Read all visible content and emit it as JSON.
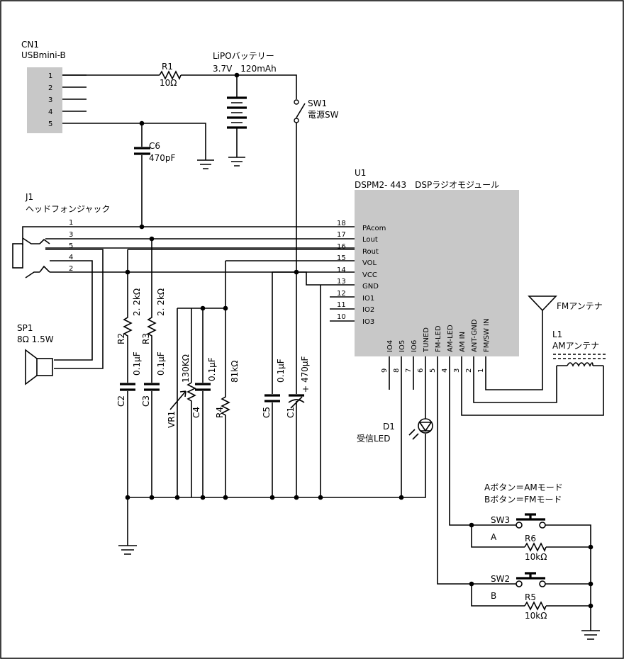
{
  "cn1": {
    "ref": "CN1",
    "name": "USBmini-B",
    "pins": [
      "1",
      "2",
      "3",
      "4",
      "5"
    ]
  },
  "r1": {
    "ref": "R1",
    "value": "10Ω"
  },
  "battery": {
    "name": "LiPOバッテリー",
    "spec": "3.7V　120mAh"
  },
  "sw1": {
    "ref": "SW1",
    "name": "電源SW"
  },
  "c6": {
    "ref": "C6",
    "value": "470pF"
  },
  "u1": {
    "ref": "U1",
    "name": "DSPM2- 443　DSPラジオモジュール",
    "left_pins": [
      {
        "num": "18",
        "name": "PAcom"
      },
      {
        "num": "17",
        "name": "Lout"
      },
      {
        "num": "16",
        "name": "Rout"
      },
      {
        "num": "15",
        "name": "VOL"
      },
      {
        "num": "14",
        "name": "VCC"
      },
      {
        "num": "13",
        "name": "GND"
      },
      {
        "num": "12",
        "name": "IO1"
      },
      {
        "num": "11",
        "name": "IO2"
      },
      {
        "num": "10",
        "name": "IO3"
      }
    ],
    "bottom_pins": [
      {
        "num": "9",
        "name": "IO4"
      },
      {
        "num": "8",
        "name": "IO5"
      },
      {
        "num": "7",
        "name": "IO6"
      },
      {
        "num": "6",
        "name": "TUNED"
      },
      {
        "num": "5",
        "name": "FM-LED"
      },
      {
        "num": "4",
        "name": "AM-LED"
      },
      {
        "num": "3",
        "name": "AM IN"
      },
      {
        "num": "2",
        "name": "ANT-GND"
      },
      {
        "num": "1",
        "name": "FM/SW IN"
      }
    ]
  },
  "j1": {
    "ref": "J1",
    "name": "ヘッドフォンジャック",
    "pins": [
      "1",
      "3",
      "5",
      "4",
      "2"
    ]
  },
  "sp1": {
    "ref": "SP1",
    "spec": "8Ω 1.5W"
  },
  "fm_ant": {
    "name": "FMアンテナ"
  },
  "l1": {
    "ref": "L1",
    "name": "AMアンテナ"
  },
  "r2": {
    "ref": "R2",
    "value": "2. 2kΩ"
  },
  "r3": {
    "ref": "R3",
    "value": "2. 2kΩ"
  },
  "c2": {
    "ref": "C2",
    "value": "0.1μF"
  },
  "c3": {
    "ref": "C3",
    "value": "0.1μF"
  },
  "vr1": {
    "ref": "VR1",
    "value": "130KΩ"
  },
  "c4": {
    "ref": "C4",
    "value": "0.1μF"
  },
  "r4": {
    "ref": "R4",
    "value": "81kΩ"
  },
  "c5": {
    "ref": "C5",
    "value": "0.1μF"
  },
  "c1": {
    "ref": "C1",
    "value": "470μF",
    "polarity": "+"
  },
  "d1": {
    "ref": "D1",
    "name": "受信LED"
  },
  "note": {
    "line1": "Aボタン＝AMモード",
    "line2": "Bボタン＝FMモード"
  },
  "sw3": {
    "ref": "SW3",
    "tag": "A"
  },
  "r6": {
    "ref": "R6",
    "value": "10kΩ"
  },
  "sw2": {
    "ref": "SW2",
    "tag": "B"
  },
  "r5": {
    "ref": "R5",
    "value": "10kΩ"
  }
}
